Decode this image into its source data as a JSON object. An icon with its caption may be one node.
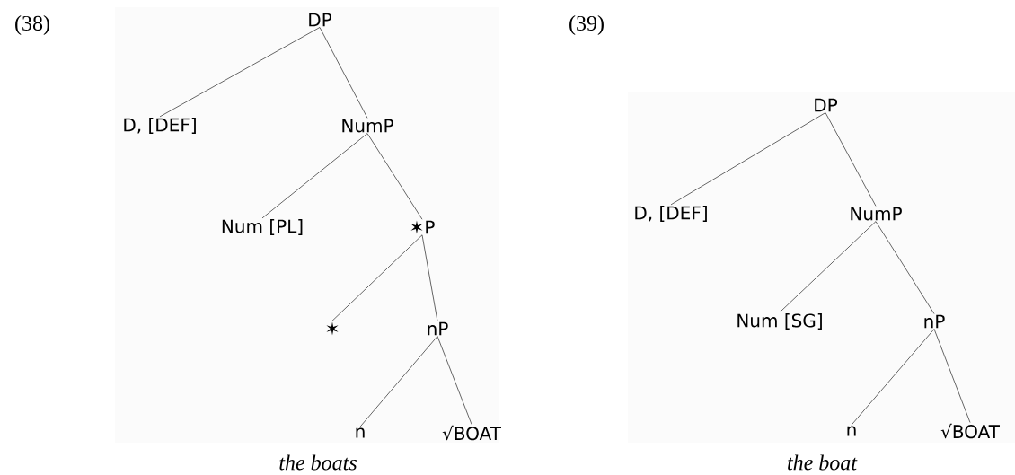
{
  "diagram": {
    "nodes": [
      {
        "text": [
          "DP"
        ]
      },
      {
        "text": [
          "D, [DEF]"
        ]
      },
      {
        "text": [
          "NumP"
        ]
      },
      {
        "text": [
          "Num [PL]"
        ]
      },
      {
        "text": [
          "✶P"
        ]
      },
      {
        "text": [
          "✶"
        ]
      },
      {
        "text": [
          "nP"
        ]
      },
      {
        "text": [
          "n"
        ]
      },
      {
        "text": [
          "√BOAT"
        ]
      },
      {
        "text": [
          "DP"
        ]
      },
      {
        "text": [
          "D, [DEF]"
        ]
      },
      {
        "text": [
          "NumP"
        ]
      },
      {
        "text": [
          "Num [SG]"
        ]
      },
      {
        "text": [
          "nP"
        ]
      },
      {
        "text": [
          "n"
        ]
      },
      {
        "text": [
          "√BOAT"
        ]
      }
    ],
    "edges": [
      {
        "from": 0,
        "to": 1,
        "arrow": "none"
      },
      {
        "from": 0,
        "to": 2,
        "arrow": "none"
      },
      {
        "from": 2,
        "to": 3,
        "arrow": "none"
      },
      {
        "from": 2,
        "to": 4,
        "arrow": "none"
      },
      {
        "from": 4,
        "to": 5,
        "arrow": "none"
      },
      {
        "from": 4,
        "to": 6,
        "arrow": "none"
      },
      {
        "from": 6,
        "to": 7,
        "arrow": "none"
      },
      {
        "from": 6,
        "to": 8,
        "arrow": "none"
      },
      {
        "from": 9,
        "to": 10,
        "arrow": "none"
      },
      {
        "from": 9,
        "to": 11,
        "arrow": "none"
      },
      {
        "from": 11,
        "to": 12,
        "arrow": "none"
      },
      {
        "from": 11,
        "to": 13,
        "arrow": "none"
      },
      {
        "from": 13,
        "to": 14,
        "arrow": "none"
      },
      {
        "from": 13,
        "to": 15,
        "arrow": "none"
      }
    ],
    "labels": [
      "(38)",
      "(39)",
      "the boats",
      "the boat"
    ]
  }
}
